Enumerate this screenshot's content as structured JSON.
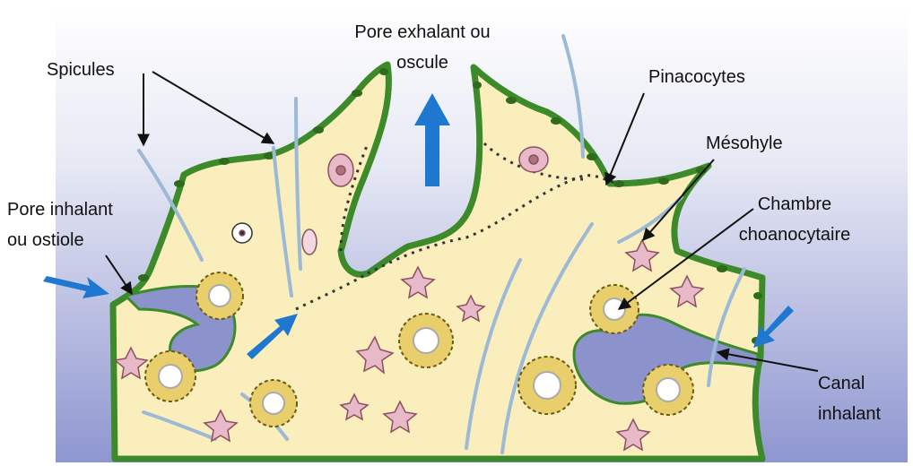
{
  "labels": {
    "spicules": "Spicules",
    "pore_exhalant_line1": "Pore exhalant ou",
    "pore_exhalant_line2": "oscule",
    "pinacocytes": "Pinacocytes",
    "mesohyle": "Mésohyle",
    "pore_inhalant_line1": "Pore inhalant",
    "pore_inhalant_line2": "ou ostiole",
    "chambre_line1": "Chambre",
    "chambre_line2": "choanocytaire",
    "canal_line1": "Canal",
    "canal_line2": "inhalant"
  },
  "colors": {
    "background_top": "#ffffff",
    "background_bottom": "#8e96d0",
    "sponge_body": "#fbeebd",
    "pinacoderm": "#3c8a2a",
    "water_flow_arrow": "#1f78d0",
    "canal_water": "#8c93cc",
    "choanocyte": "#e9cf6c",
    "amoebocyte": "#e8b9c9",
    "spicule": "#9cb9d6",
    "leader_line": "#111111"
  },
  "icons": {
    "water_flow": "blue-arrow",
    "choanocyte_chamber": "circular-cell-ring",
    "amoebocyte": "star-cell"
  }
}
